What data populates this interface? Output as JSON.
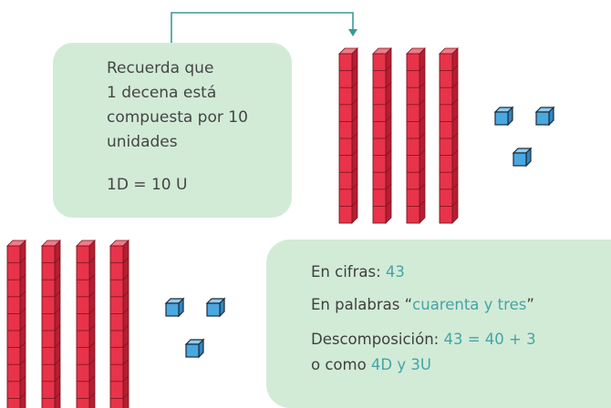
{
  "reminder": {
    "lines": [
      "Recuerda que",
      "1 decena está",
      "compuesta por 10",
      "unidades"
    ],
    "equation": "1D = 10 U"
  },
  "answer": {
    "digits_label": "En cifras: ",
    "digits_value": "43",
    "words_label": "En palabras “",
    "words_value": "cuarenta y tres",
    "words_close": "”",
    "decomp_label": "Descomposición: ",
    "decomp_value": "43 = 40 + 3",
    "alt_prefix": "o como ",
    "alt_value": "4D y 3U"
  },
  "colors": {
    "box_fill": "#d2ebd7",
    "highlight": "#46a3a6",
    "rod_fill": "#e8334a",
    "unit_fill": "#4aa8e0",
    "arrow": "#3a9a96"
  },
  "manipulatives": [
    {
      "name": "top-group",
      "tens": 4,
      "units": 3
    },
    {
      "name": "bottom-group",
      "tens": 4,
      "units": 3
    }
  ]
}
